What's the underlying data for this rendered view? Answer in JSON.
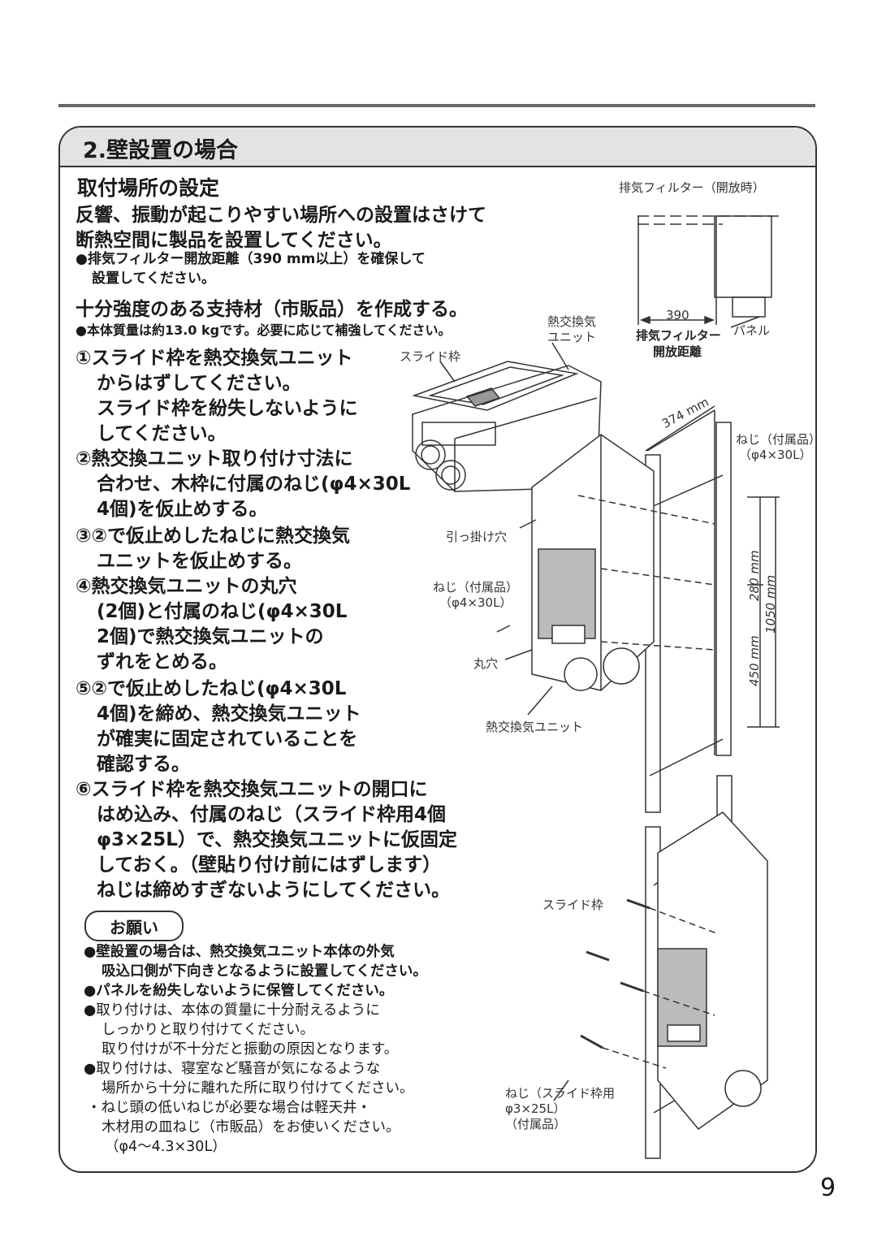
{
  "section": {
    "title": "2.壁設置の場合"
  },
  "setting": {
    "heading": "取付場所の設定",
    "lead1": "反響、振動が起こりやすい場所への設置はさけて",
    "lead2": "断熱空間に製品を設置してください。",
    "note1a": "●排気フィルター開放距離（390 mm以上）を確保して",
    "note1b": "設置してください。",
    "lead3": "十分強度のある支持材（市販品）を作成する。",
    "note2": "●本体質量は約13.0 kgです。必要に応じて補強してください。"
  },
  "steps": [
    [
      "①スライド枠を熱交換気ユニット",
      "からはずしてください。",
      "スライド枠を紛失しないように",
      "してください。"
    ],
    [
      "②熱交換ユニット取り付け寸法に",
      "合わせ、木枠に付属のねじ(φ4×30L",
      "4個)を仮止めする。"
    ],
    [
      "③②で仮止めしたねじに熱交換気",
      "ユニットを仮止めする。"
    ],
    [
      "④熱交換気ユニットの丸穴",
      "(2個)と付属のねじ(φ4×30L",
      "2個)で熱交換気ユニットの",
      "ずれをとめる。"
    ],
    [
      "⑤②で仮止めしたねじ(φ4×30L",
      "4個)を締め、熱交換気ユニット",
      "が確実に固定されていることを",
      "確認する。"
    ],
    [
      "⑥スライド枠を熱交換気ユニットの開口に",
      "はめ込み、付属のねじ（スライド枠用4個",
      "φ3×25L）で、熱交換気ユニットに仮固定",
      "しておく。（壁貼り付け前にはずします）",
      "ねじは締めすぎないようにしてください。"
    ]
  ],
  "request": {
    "title": "お願い",
    "items": [
      {
        "text": [
          "●壁設置の場合は、熱交換気ユニット本体の外気",
          "吸込口側が下向きとなるように設置してください。"
        ],
        "bold": true
      },
      {
        "text": [
          "●パネルを紛失しないように保管してください。"
        ],
        "bold": true
      },
      {
        "text": [
          "●取り付けは、本体の質量に十分耐えるように",
          "しっかりと取り付けてください。",
          "取り付けが不十分だと振動の原因となります。"
        ],
        "bold": false
      },
      {
        "text": [
          "●取り付けは、寝室など騒音が気になるような",
          "場所から十分に離れた所に取り付けてください。"
        ],
        "bold": false
      },
      {
        "text": [
          "・ねじ頭の低いねじが必要な場合は軽天井・",
          "木材用の皿ねじ（市販品）をお使いください。",
          "（φ4〜4.3×30L）"
        ],
        "bold": false
      }
    ]
  },
  "diagram": {
    "filter_open": "排気フィルター（開放時）",
    "dim_390": "390",
    "filter_dist_1": "排気フィルター",
    "filter_dist_2": "開放距離",
    "panel": "パネル",
    "unit_label_1": "熱交換気",
    "unit_label_2": "ユニット",
    "slide_frame_top": "スライド枠",
    "dim_374": "374 mm",
    "screw_acc_1": "ねじ（付属品）",
    "screw_acc_2": "（φ4×30L）",
    "hook_hole": "引っ掛け穴",
    "screw_left_1": "ねじ（付属品）",
    "screw_left_2": "（φ4×30L）",
    "dim_280": "280 mm",
    "dim_1050": "1050 mm",
    "dim_450": "450 mm",
    "round_hole": "丸穴",
    "unit_bottom": "熱交換気ユニット",
    "slide_frame_bottom": "スライド枠",
    "slide_screw_1": "ねじ（スライド枠用",
    "slide_screw_2": "φ3×25L）",
    "slide_screw_3": "（付属品）"
  },
  "page_number": "9"
}
